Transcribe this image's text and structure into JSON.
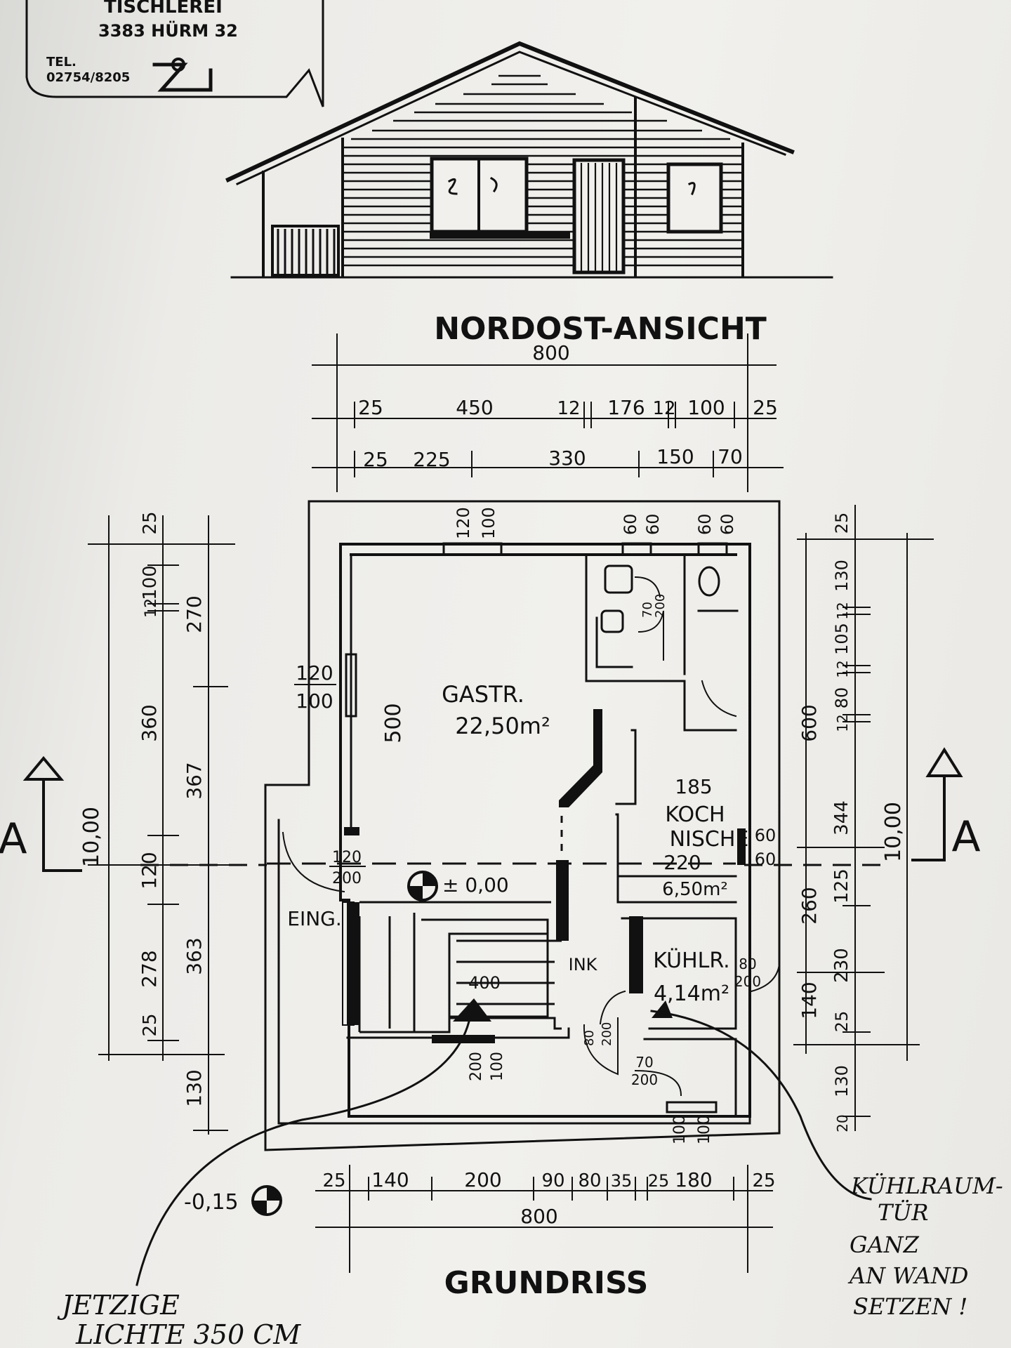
{
  "stamp": {
    "company": "TISCHLEREI",
    "address": "3383 HÜRM 32",
    "tel_label": "TEL.",
    "tel_number": "02754/8205"
  },
  "elevation": {
    "title": "NORDOST-ANSICHT"
  },
  "plan": {
    "title": "GRUNDRISS",
    "top_dims": {
      "total": "800",
      "row1": [
        "25",
        "450",
        "12",
        "176",
        "12",
        "100",
        "25"
      ],
      "row2": [
        "25",
        "225",
        "330",
        "150",
        "70"
      ]
    },
    "bottom_dims": {
      "total": "800",
      "row": [
        "25",
        "140",
        "200",
        "90",
        "80",
        "35",
        "25",
        "180",
        "25"
      ]
    },
    "left_dims": {
      "total": "10,00",
      "inner": [
        "25",
        "100",
        "12",
        "360",
        "120",
        "278",
        "25"
      ],
      "outer": [
        "270",
        "367",
        "363",
        "130"
      ]
    },
    "right_dims": {
      "total": "10,00",
      "inner": [
        "25",
        "130",
        "12",
        "105",
        "12",
        "80",
        "12",
        "344",
        "125",
        "230",
        "25",
        "130",
        "20"
      ],
      "outer": [
        "600",
        "260",
        "140"
      ]
    },
    "section_marker": "A",
    "rooms": {
      "gastraum": {
        "name": "GASTR.",
        "area": "22,50m²"
      },
      "kochnische": {
        "name_1": "KOCH",
        "name_2": "NISCHE",
        "area": "6,50m²",
        "width": "185",
        "depth": "220"
      },
      "kuehlraum": {
        "name": "KÜHLR.",
        "area": "4,14m²"
      },
      "eingang": "EING.",
      "ink": "INK"
    },
    "openings": {
      "top_window_1": [
        "120",
        "100"
      ],
      "top_window_2": [
        "60",
        "60"
      ],
      "top_window_3": [
        "60",
        "60"
      ],
      "left_window": [
        "120",
        "100"
      ],
      "entrance_door": [
        "120",
        "200"
      ],
      "right_window": [
        "60",
        "60"
      ],
      "kuehl_door": [
        "80",
        "200"
      ],
      "front_door": [
        "200",
        "100"
      ],
      "bottom_window": [
        "100",
        "100"
      ],
      "wc_doors": [
        "70",
        "200"
      ],
      "small_door": [
        "80",
        "200"
      ],
      "store_door": [
        "70",
        "200"
      ]
    },
    "wall_dims": {
      "gastr_depth": "500",
      "stair_label": "400"
    },
    "levels": {
      "floor": "± 0,00",
      "outside": "-0,15"
    }
  },
  "annotations": {
    "right_note": [
      "KÜHLRAUM-",
      "TÜR",
      "GANZ",
      "AN WAND",
      "SETZEN !"
    ],
    "left_note": [
      "JETZIGE",
      "LICHTE 350 CM"
    ]
  }
}
